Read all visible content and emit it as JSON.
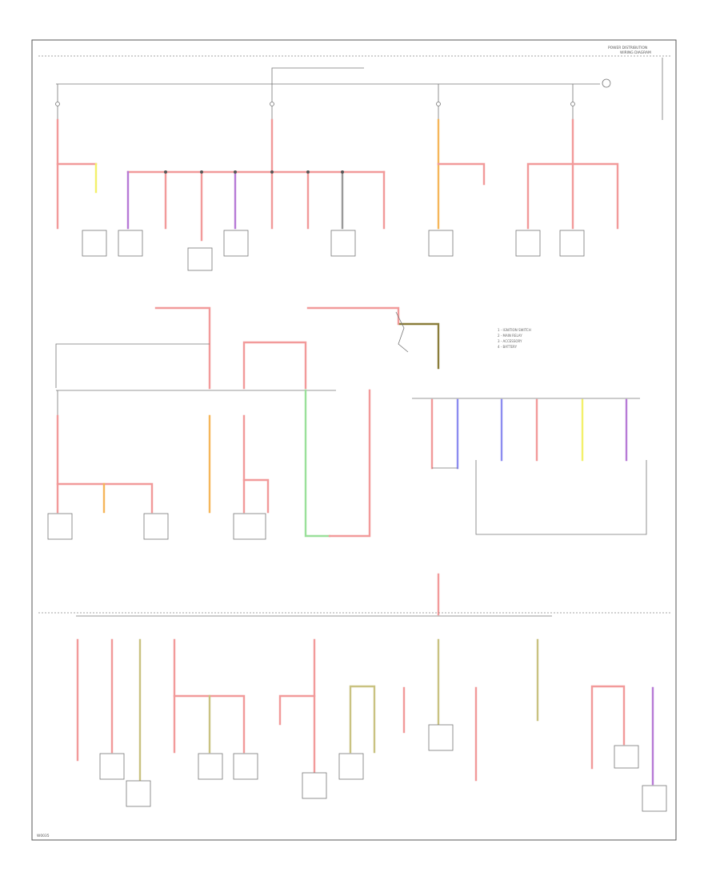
{
  "page": {
    "header_line1": "POWER DISTRIBUTION",
    "header_line2": "WIRING DIAGRAM",
    "footer_code": "W0035"
  },
  "colors": {
    "red": "#f29a9a",
    "violet": "#b77ad6",
    "orange": "#f5b65a",
    "yellow": "#f3f06a",
    "blue": "#8c8cf0",
    "green": "#9ae09a",
    "olive": "#c9c281",
    "gray": "#999999",
    "dark_olive": "#8a7d3a"
  },
  "legend": {
    "items": [
      "1 - IGNITION SWITCH",
      "2 - MAIN RELAY",
      "3 - ACCESSORY",
      "4 - BATTERY"
    ]
  }
}
